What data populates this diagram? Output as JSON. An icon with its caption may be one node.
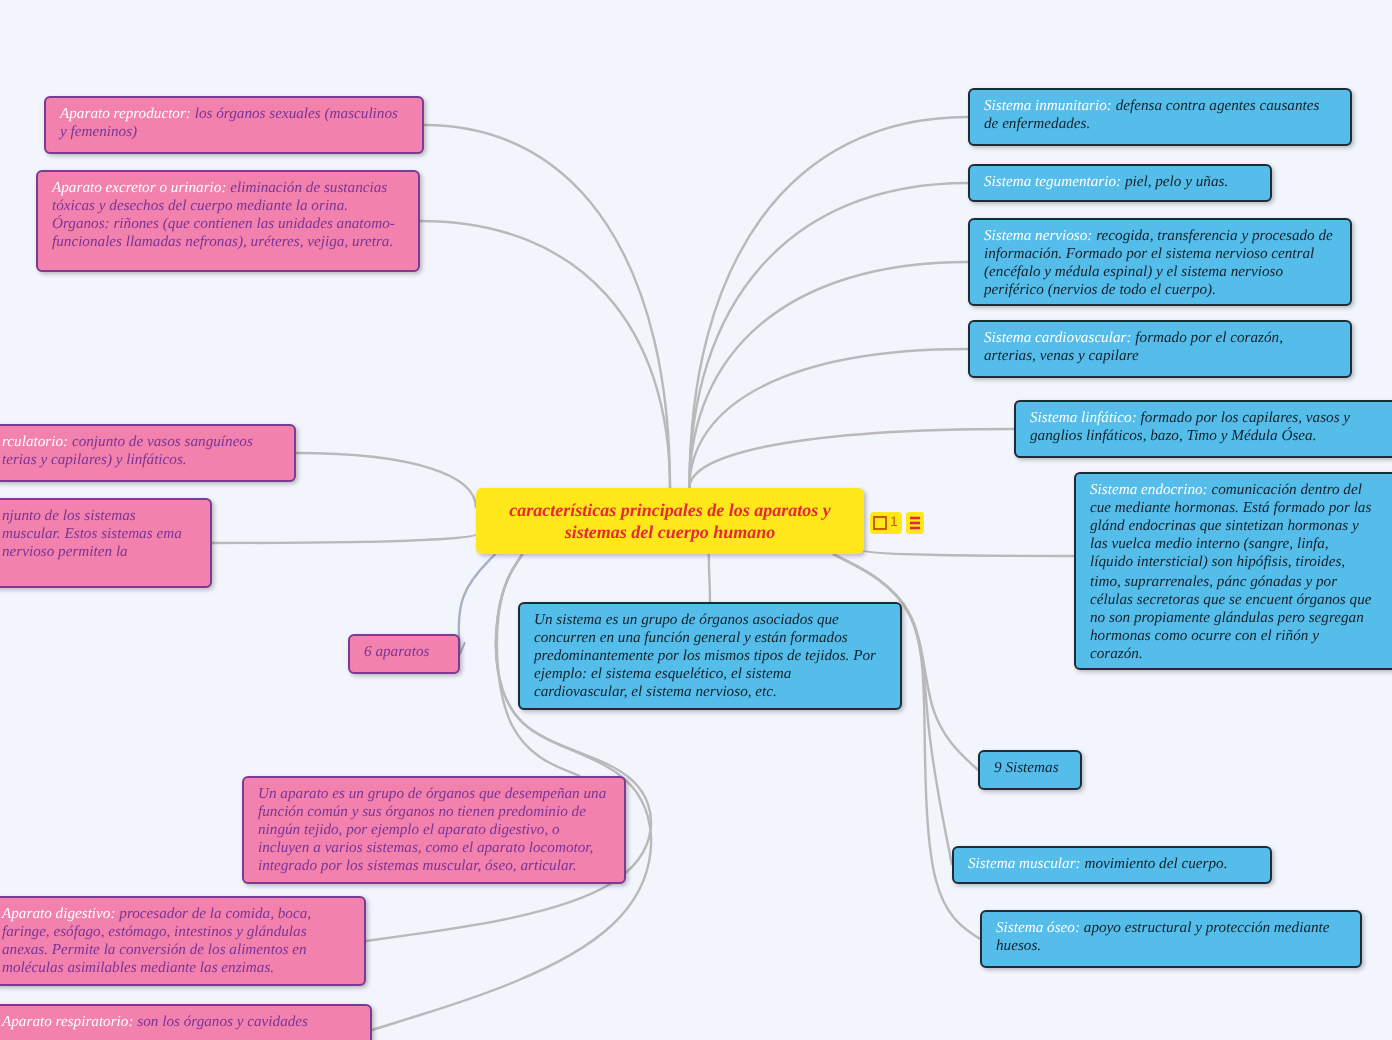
{
  "diagram": {
    "nodes": [
      {
        "text": [
          "características principales de los aparatos y sistemas del cuerpo humano"
        ]
      },
      {
        "text": [
          "Aparato reproductor:",
          "los órganos sexuales (masculinos y femeninos)"
        ]
      },
      {
        "text": [
          "Aparato excretor o urinario:",
          "eliminación de sustancias tóxicas y desechos del cuerpo mediante la orina. Órganos: riñones (que contienen las unidades anatomo-funcionales llamadas nefronas), uréteres, vejiga, uretra."
        ]
      },
      {
        "text": [
          "rculatorio:",
          "conjunto de vasos sanguíneos terias y capilares) y linfáticos."
        ]
      },
      {
        "text": [
          "njunto de los sistemas muscular. Estos sistemas ema nervioso permiten la"
        ]
      },
      {
        "text": [
          "6 aparatos"
        ]
      },
      {
        "text": [
          "Un sistema es un grupo de órganos asociados que concurren en una función general y están formados predominantemente por los mismos tipos de tejidos. Por ejemplo: el sistema esquelético, el sistema cardiovascular, el sistema nervioso, etc."
        ]
      },
      {
        "text": [
          "Un aparato es un grupo de órganos que desempeñan una función común y sus órganos no tienen predominio de ningún tejido, por ejemplo el aparato digestivo, o incluyen a varios sistemas, como el aparato locomotor, integrado por los sistemas muscular, óseo, articular."
        ]
      },
      {
        "text": [
          "Aparato digestivo:",
          "procesador de la comida, boca, faringe, esófago, estómago, intestinos y glándulas anexas. Permite la conversión de los alimentos en moléculas asimilables mediante las enzimas."
        ]
      },
      {
        "text": [
          "Aparato respiratorio:",
          "son los órganos y cavidades"
        ]
      },
      {
        "text": [
          "Sistema inmunitario:",
          "defensa contra agentes causantes de enfermedades."
        ]
      },
      {
        "text": [
          "Sistema tegumentario:",
          "piel, pelo y uñas."
        ]
      },
      {
        "text": [
          "Sistema nervioso:",
          "recogida, transferencia y procesado de información. Formado por el sistema nervioso central (encéfalo y médula espinal) y el sistema nervioso periférico (nervios de todo el cuerpo)."
        ]
      },
      {
        "text": [
          "Sistema cardiovascular:",
          "formado por el corazón, arterias, venas y capilare"
        ]
      },
      {
        "text": [
          "Sistema linfático:",
          "formado por los capilares, vasos y ganglios linfáticos, bazo, Timo y Médula Ósea."
        ]
      },
      {
        "text": [
          "Sistema endocrino:",
          "comunicación dentro del cue mediante hormonas. Está formado por las glánd endocrinas que sintetizan hormonas y las vuelca medio interno (sangre, linfa, líquido intersticial) son hipófisis, tiroides, timo, suprarrenales, pánc gónadas y por células secretoras que se encuent órganos que no son propiamente glándulas pero segregan hormonas como ocurre con el riñón y corazón."
        ]
      },
      {
        "text": [
          "9 Sistemas"
        ]
      },
      {
        "text": [
          "Sistema muscular:",
          "movimiento del cuerpo."
        ]
      },
      {
        "text": [
          "Sistema óseo:",
          "apoyo estructural y protección mediante huesos."
        ]
      }
    ],
    "edges": [
      {
        "from": 0,
        "to": 1,
        "arrow": "none"
      },
      {
        "from": 0,
        "to": 2,
        "arrow": "none"
      },
      {
        "from": 0,
        "to": 3,
        "arrow": "none"
      },
      {
        "from": 0,
        "to": 4,
        "arrow": "none"
      },
      {
        "from": 0,
        "to": 5,
        "arrow": "to"
      },
      {
        "from": 0,
        "to": 6,
        "arrow": "none"
      },
      {
        "from": 0,
        "to": 7,
        "arrow": "none"
      },
      {
        "from": 0,
        "to": 8,
        "arrow": "none"
      },
      {
        "from": 0,
        "to": 9,
        "arrow": "none"
      },
      {
        "from": 0,
        "to": 10,
        "arrow": "none"
      },
      {
        "from": 0,
        "to": 11,
        "arrow": "none"
      },
      {
        "from": 0,
        "to": 12,
        "arrow": "none"
      },
      {
        "from": 0,
        "to": 13,
        "arrow": "none"
      },
      {
        "from": 0,
        "to": 14,
        "arrow": "none"
      },
      {
        "from": 0,
        "to": 15,
        "arrow": "none"
      },
      {
        "from": 0,
        "to": 16,
        "arrow": "none"
      },
      {
        "from": 0,
        "to": 17,
        "arrow": "none"
      },
      {
        "from": 0,
        "to": 18,
        "arrow": "none"
      }
    ],
    "labels": [
      "1"
    ]
  }
}
